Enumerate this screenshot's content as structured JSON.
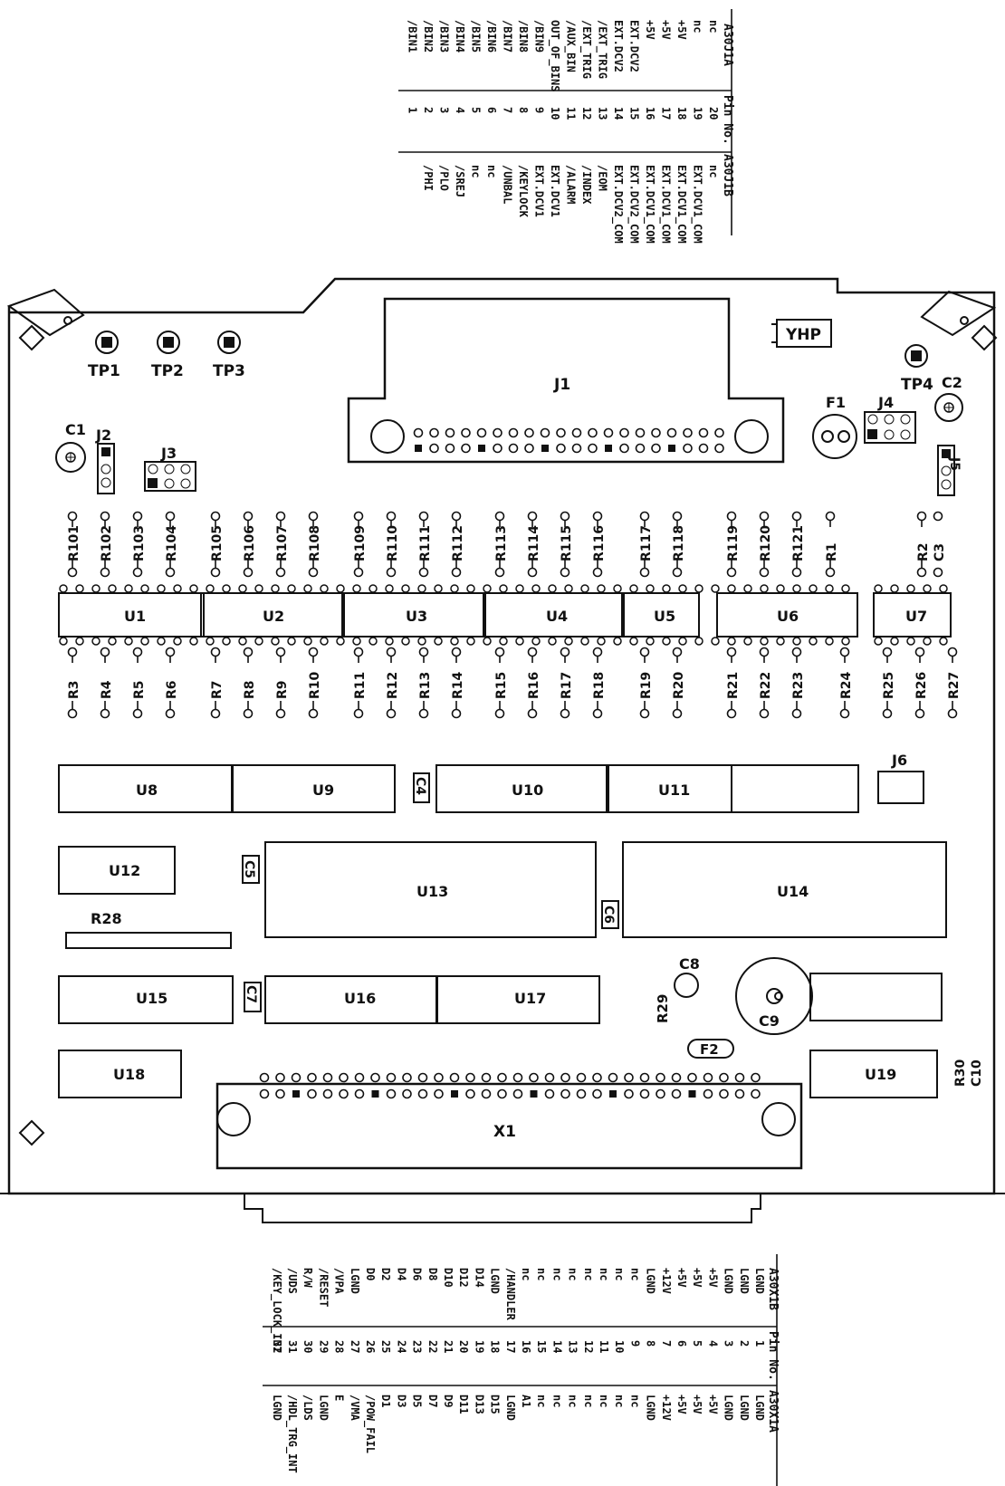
{
  "board": {
    "logo": "YHP",
    "test_points": [
      "TP1",
      "TP2",
      "TP3",
      "TP4"
    ],
    "connectors": {
      "j1": "J1",
      "x1": "X1",
      "j2": "J2",
      "j3": "J3",
      "j4": "J4",
      "j5": "J5",
      "j6": "J6"
    },
    "fuses": [
      "F1",
      "F2"
    ],
    "caps": [
      "C1",
      "C2",
      "C3",
      "C4",
      "C5",
      "C6",
      "C7",
      "C8",
      "C9",
      "C10"
    ],
    "r_top": [
      "R101",
      "R102",
      "R103",
      "R104",
      "R105",
      "R106",
      "R107",
      "R108",
      "R109",
      "R110",
      "R111",
      "R112",
      "R113",
      "R114",
      "R115",
      "R116",
      "R117",
      "R118",
      "R119",
      "R120",
      "R121",
      "R1",
      "R2"
    ],
    "r_bottom": [
      "R3",
      "R4",
      "R5",
      "R6",
      "R7",
      "R8",
      "R9",
      "R10",
      "R11",
      "R12",
      "R13",
      "R14",
      "R15",
      "R16",
      "R17",
      "R18",
      "R19",
      "R20",
      "R21",
      "R22",
      "R23",
      "R24",
      "R25",
      "R26",
      "R27"
    ],
    "ics_row1": [
      "U1",
      "U2",
      "U3",
      "U4",
      "U5",
      "U6",
      "U7"
    ],
    "ics_other": [
      "U8",
      "U9",
      "U10",
      "U11",
      "U12",
      "U13",
      "U14",
      "U15",
      "U16",
      "U17",
      "U18",
      "U19"
    ],
    "misc": [
      "R28",
      "R29",
      "R30"
    ]
  },
  "top_table": {
    "headers": [
      "A30J1A",
      "Pin No.",
      "A30J1B"
    ],
    "rows": [
      [
        "nc",
        "20",
        "nc"
      ],
      [
        "nc",
        "19",
        "EXT.DCV1_COM"
      ],
      [
        "+5V",
        "18",
        "EXT.DCV1_COM"
      ],
      [
        "+5V",
        "17",
        "EXT.DCV1_COM"
      ],
      [
        "+5V",
        "16",
        "EXT.DCV1_COM"
      ],
      [
        "EXT.DCV2",
        "15",
        "EXT.DCV2_COM"
      ],
      [
        "EXT.DCV2",
        "14",
        "EXT.DCV2_COM"
      ],
      [
        "/EXT_TRIG",
        "13",
        "/EOM"
      ],
      [
        "/EXT_TRIG",
        "12",
        "/INDEX"
      ],
      [
        "/AUX_BIN",
        "11",
        "/ALARM"
      ],
      [
        "OUT_OF_BINS",
        "10",
        "EXT.DCV1"
      ],
      [
        "/BIN9",
        "9",
        "EXT.DCV1"
      ],
      [
        "/BIN8",
        "8",
        "/KEYLOCK"
      ],
      [
        "/BIN7",
        "7",
        "/UNBAL"
      ],
      [
        "/BIN6",
        "6",
        "nc"
      ],
      [
        "/BIN5",
        "5",
        "nc"
      ],
      [
        "/BIN4",
        "4",
        "/SREJ"
      ],
      [
        "/BIN3",
        "3",
        "/PLO"
      ],
      [
        "/BIN2",
        "2",
        "/PHI"
      ],
      [
        "/BIN1",
        "1",
        ""
      ]
    ]
  },
  "bottom_table": {
    "headers": [
      "A30X1B",
      "Pin No.",
      "A30X1A"
    ],
    "rows": [
      [
        "LGND",
        "1",
        "LGND"
      ],
      [
        "LGND",
        "2",
        "LGND"
      ],
      [
        "LGND",
        "3",
        "LGND"
      ],
      [
        "+5V",
        "4",
        "+5V"
      ],
      [
        "+5V",
        "5",
        "+5V"
      ],
      [
        "+5V",
        "6",
        "+5V"
      ],
      [
        "+12V",
        "7",
        "+12V"
      ],
      [
        "LGND",
        "8",
        "LGND"
      ],
      [
        "nc",
        "9",
        "nc"
      ],
      [
        "nc",
        "10",
        "nc"
      ],
      [
        "nc",
        "11",
        "nc"
      ],
      [
        "nc",
        "12",
        "nc"
      ],
      [
        "nc",
        "13",
        "nc"
      ],
      [
        "nc",
        "14",
        "nc"
      ],
      [
        "nc",
        "15",
        "nc"
      ],
      [
        "nc",
        "16",
        "A1"
      ],
      [
        "/HANDLER",
        "17",
        "LGND"
      ],
      [
        "LGND",
        "18",
        "D15"
      ],
      [
        "D14",
        "19",
        "D13"
      ],
      [
        "D12",
        "20",
        "D11"
      ],
      [
        "D10",
        "21",
        "D9"
      ],
      [
        "D8",
        "22",
        "D7"
      ],
      [
        "D6",
        "23",
        "D5"
      ],
      [
        "D4",
        "24",
        "D3"
      ],
      [
        "D2",
        "25",
        "D1"
      ],
      [
        "D0",
        "26",
        "/POW_FAIL"
      ],
      [
        "LGND",
        "27",
        "/VMA"
      ],
      [
        "/VPA",
        "28",
        "E"
      ],
      [
        "/RESET",
        "29",
        "LGND"
      ],
      [
        "R/W",
        "30",
        "/LDS"
      ],
      [
        "/UDS",
        "31",
        "/HDL_TRG_INT"
      ],
      [
        "/KEY_LOCK_INT",
        "32",
        "LGND"
      ]
    ]
  }
}
